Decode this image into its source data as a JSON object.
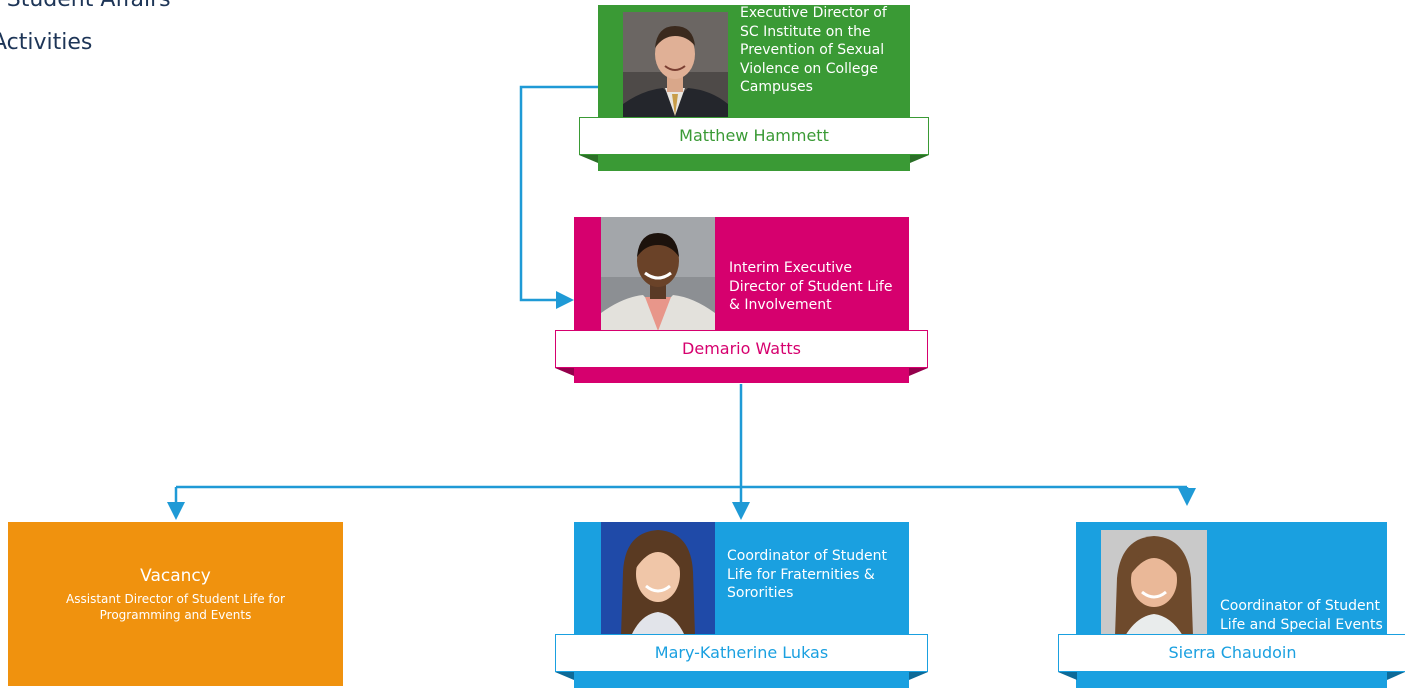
{
  "header": {
    "line1": "f Student Affairs",
    "line2": "Activities"
  },
  "colors": {
    "connector": "#1f9ad6",
    "green": "#3a9a35",
    "magenta": "#d6006e",
    "orange": "#f0920e",
    "blue": "#1aa0e0"
  },
  "nodes": {
    "hammett": {
      "role": "Executive Director of SC Institute on the Prevention of Sexual Violence on College Campuses",
      "name": "Matthew Hammett",
      "photo": "headshot-man-suit"
    },
    "watts": {
      "role": "Interim Executive Director of Student Life & Involvement",
      "name": "Demario Watts",
      "photo": "headshot-man-blazer"
    },
    "vacancy": {
      "title": "Vacancy",
      "role": "Assistant Director of Student Life for Programming and Events"
    },
    "lukas": {
      "role": "Coordinator of Student Life for Fraternities & Sororities",
      "name": "Mary-Katherine Lukas",
      "photo": "headshot-woman"
    },
    "chaudoin": {
      "role": "Coordinator of Student Life and Special Events",
      "name": "Sierra Chaudoin",
      "photo": "headshot-woman"
    }
  }
}
